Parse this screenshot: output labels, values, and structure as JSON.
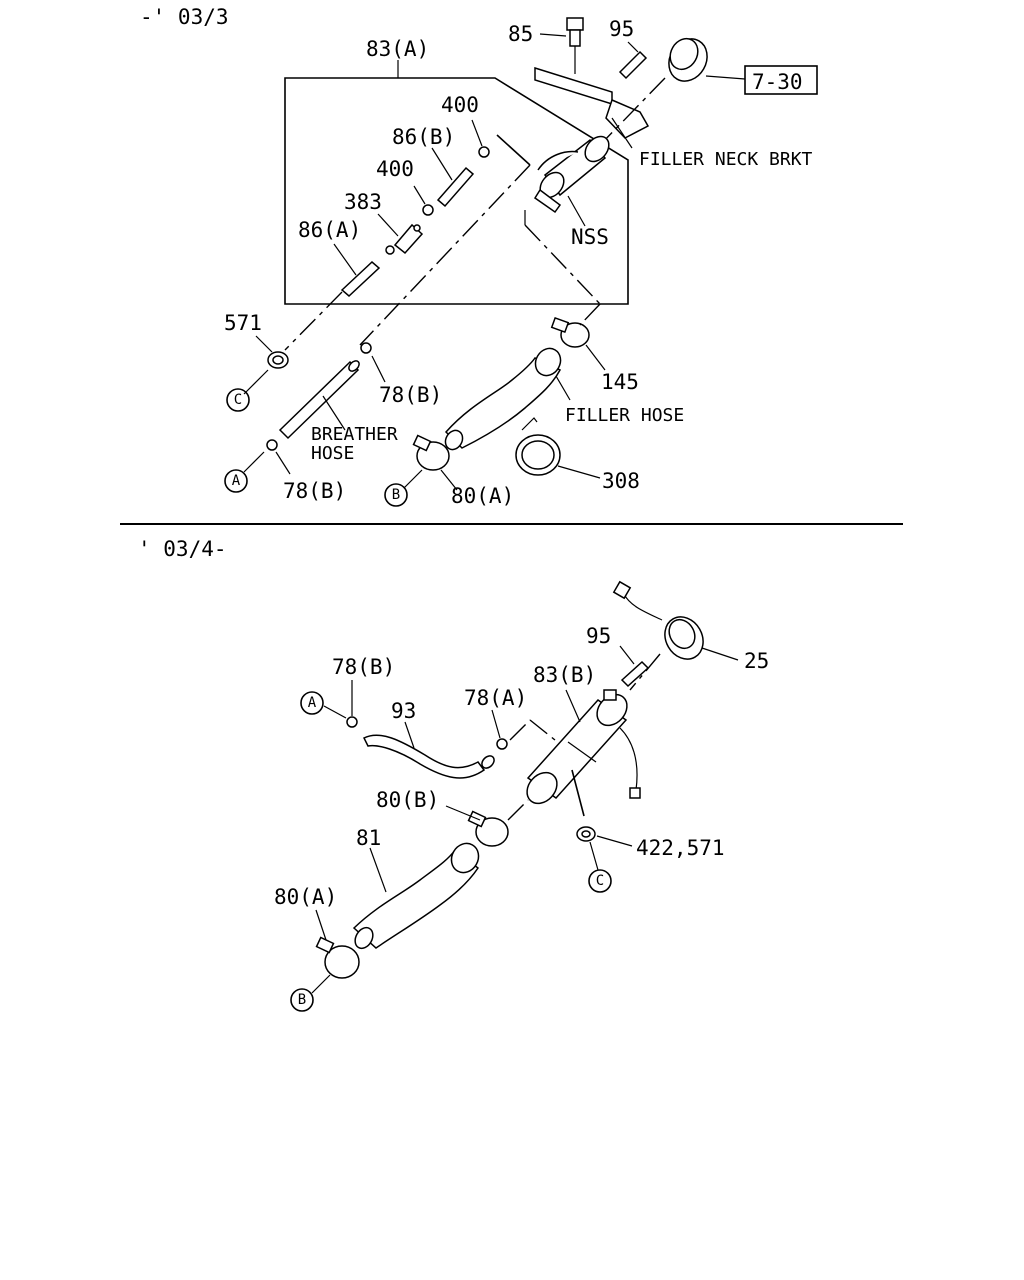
{
  "sections": [
    {
      "period": "-' 03/3",
      "labels": {
        "l83a": "83(A)",
        "l85": "85",
        "l95": "95",
        "l730": "7-30",
        "l400a": "400",
        "l86b": "86(B)",
        "l400b": "400",
        "l383": "383",
        "l86a": "86(A)",
        "lfnb": "FILLER NECK BRKT",
        "lnss": "NSS",
        "l571": "571",
        "l78b1": "78(B)",
        "l145": "145",
        "lfh": "FILLER HOSE",
        "lbh1": "BREATHER",
        "lbh2": "HOSE",
        "l78b2": "78(B)",
        "l80a": "80(A)",
        "l308": "308"
      },
      "refs": {
        "c": "C",
        "a": "A",
        "b": "B"
      }
    },
    {
      "period": "' 03/4-",
      "labels": {
        "l95": "95",
        "l25": "25",
        "l78b": "78(B)",
        "l93": "93",
        "l78a": "78(A)",
        "l83b": "83(B)",
        "l80b": "80(B)",
        "l81": "81",
        "l422": "422,571",
        "l80a": "80(A)"
      },
      "refs": {
        "a": "A",
        "c": "C",
        "b": "B"
      }
    }
  ]
}
